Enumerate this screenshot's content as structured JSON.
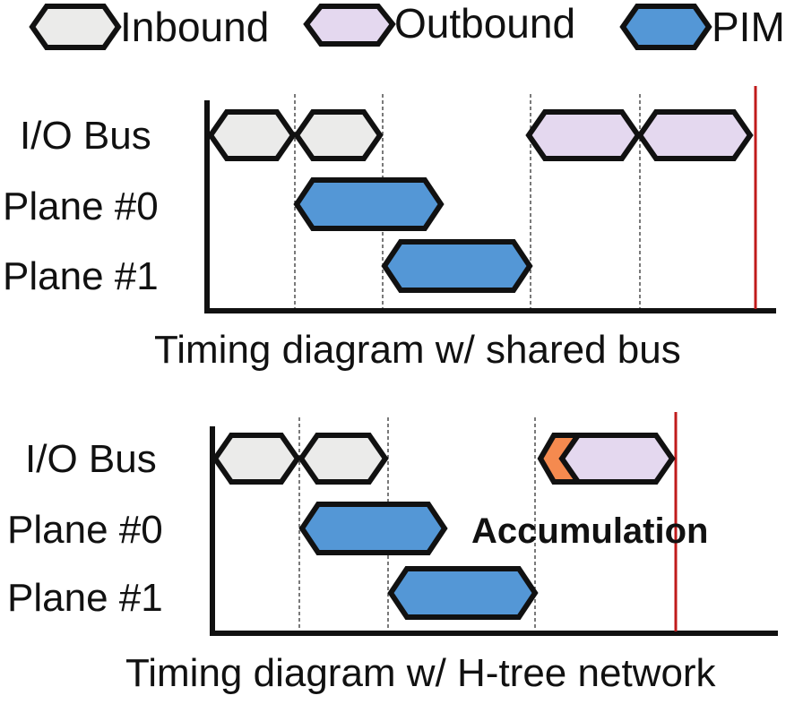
{
  "legend": {
    "inbound": "Inbound",
    "outbound": "Outbound",
    "pim": "PIM"
  },
  "colors": {
    "inbound": "#ebebea",
    "outbound": "#e4d8ef",
    "pim": "#5497d6",
    "accumulation": "#f58a4f",
    "outline": "#111111",
    "end_marker": "#c01b1b"
  },
  "top_diagram": {
    "caption": "Timing diagram w/ shared bus",
    "rows": [
      "I/O Bus",
      "Plane #0",
      "Plane #1"
    ]
  },
  "bottom_diagram": {
    "caption": "Timing diagram w/ H-tree network",
    "rows": [
      "I/O Bus",
      "Plane #0",
      "Plane #1"
    ],
    "annotation": "Accumulation"
  }
}
